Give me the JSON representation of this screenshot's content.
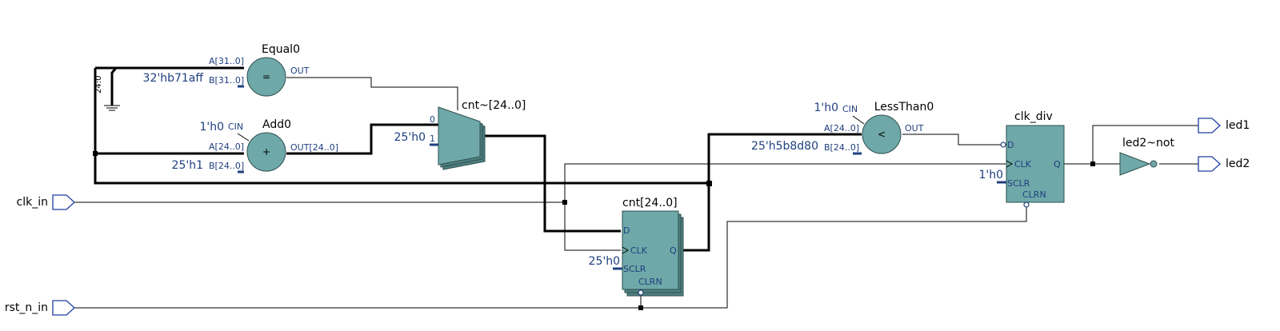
{
  "ports": {
    "clk_in": "clk_in",
    "rst_n_in": "rst_n_in",
    "led1": "led1",
    "led2": "led2"
  },
  "equal0": {
    "name": "Equal0",
    "symbol": "=",
    "pin_a": "A[31..0]",
    "pin_b": "B[31..0]",
    "pin_out": "OUT",
    "const_b": "32'hb71aff"
  },
  "add0": {
    "name": "Add0",
    "symbol": "+",
    "pin_cin": "CIN",
    "pin_a": "A[24..0]",
    "pin_b": "B[24..0]",
    "pin_out": "OUT[24..0]",
    "const_cin": "1'h0",
    "const_b": "25'h1"
  },
  "mux": {
    "name": "cnt~[24..0]",
    "in0": "0",
    "in1": "1",
    "const_in1": "25'h0"
  },
  "lessthan0": {
    "name": "LessThan0",
    "symbol": "<",
    "pin_cin": "CIN",
    "pin_a": "A[24..0]",
    "pin_b": "B[24..0]",
    "pin_out": "OUT",
    "const_cin": "1'h0",
    "const_b": "25'h5b8d80"
  },
  "cnt": {
    "name": "cnt[24..0]",
    "pin_d": "D",
    "pin_clk": "CLK",
    "pin_sclr": "SCLR",
    "pin_clrn": "CLRN",
    "pin_q": "Q",
    "const_sclr": "25'h0"
  },
  "clk_div": {
    "name": "clk_div",
    "pin_d": "D",
    "pin_clk": "CLK",
    "pin_sclr": "SCLR",
    "pin_clrn": "CLRN",
    "pin_q": "Q",
    "const_sclr": "1'h0"
  },
  "inverter": {
    "name": "led2~not"
  },
  "bus_label": "24:0",
  "colors": {
    "block_fill": "#6fa8a8",
    "pin_text": "#1f3f7f",
    "port_outline": "#1f3f9f"
  }
}
